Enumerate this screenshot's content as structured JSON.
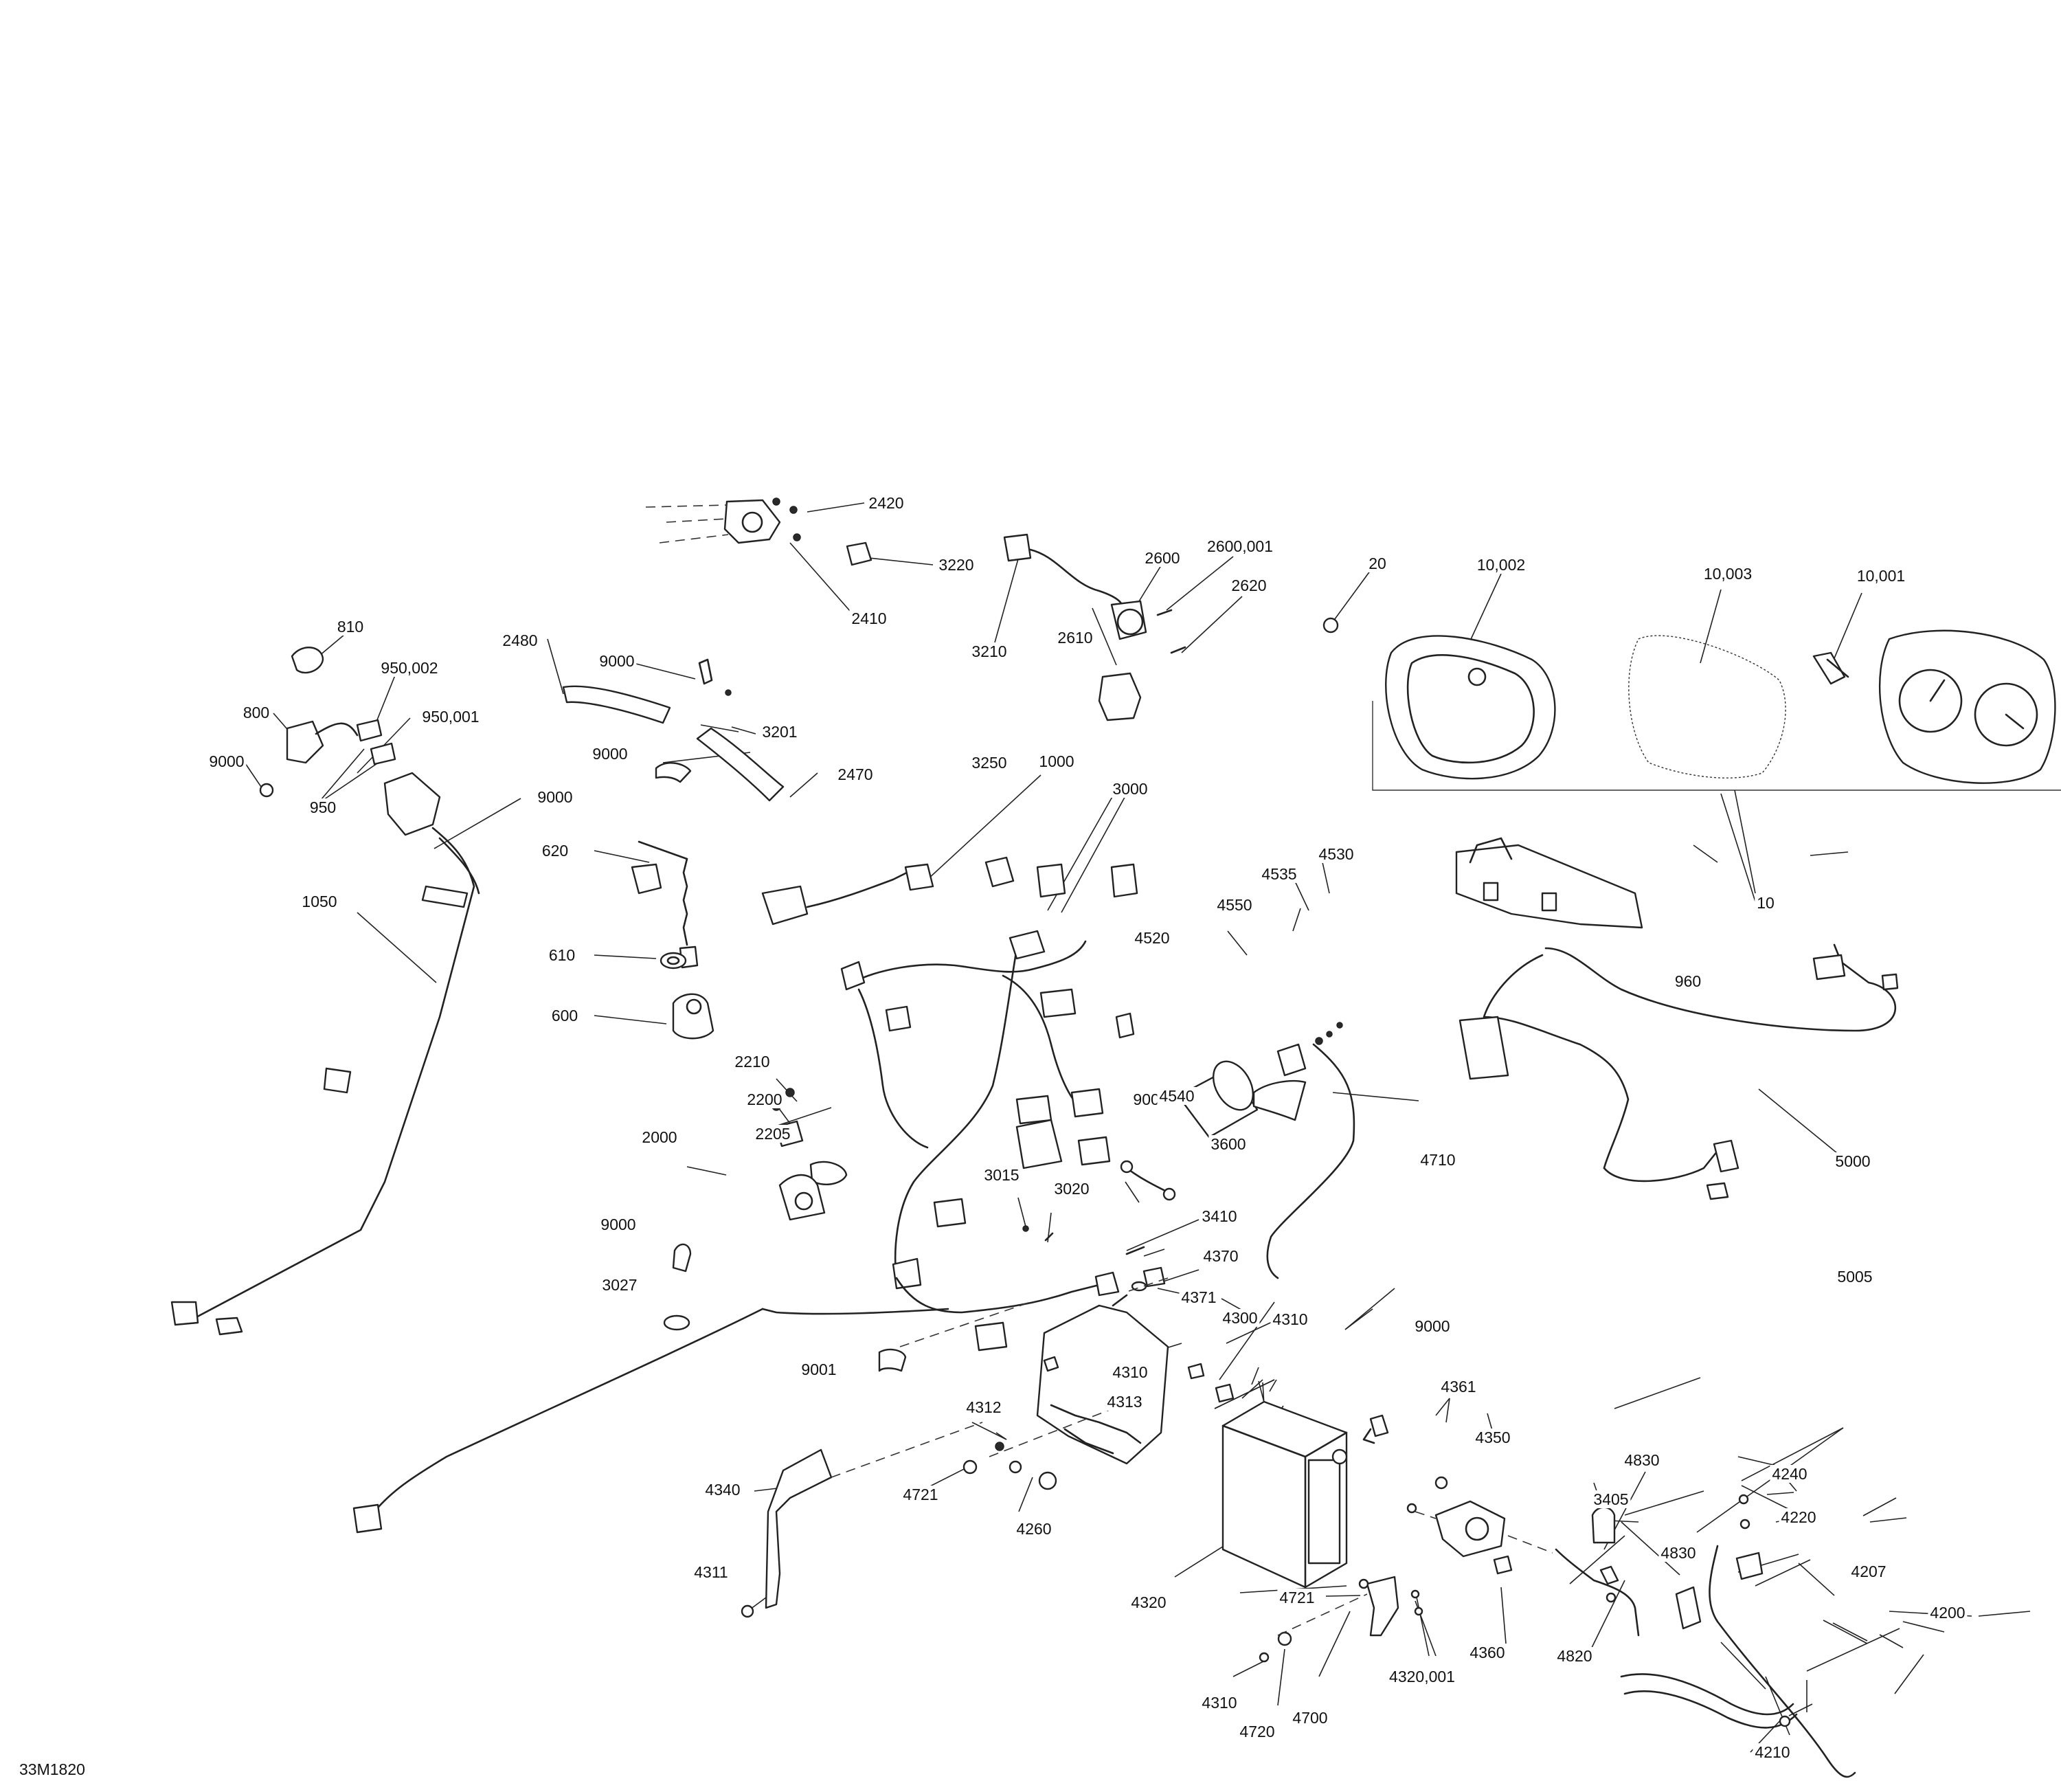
{
  "drawing_id": "33M1820",
  "callouts": [
    {
      "id": "c2420",
      "label": "2420"
    },
    {
      "id": "c2410",
      "label": "2410"
    },
    {
      "id": "c3220",
      "label": "3220"
    },
    {
      "id": "c2600",
      "label": "2600"
    },
    {
      "id": "c2600001",
      "label": "2600,001"
    },
    {
      "id": "c2620",
      "label": "2620"
    },
    {
      "id": "c3210",
      "label": "3210"
    },
    {
      "id": "c2610",
      "label": "2610"
    },
    {
      "id": "c20",
      "label": "20"
    },
    {
      "id": "c10002",
      "label": "10,002"
    },
    {
      "id": "c10003",
      "label": "10,003"
    },
    {
      "id": "c10001",
      "label": "10,001"
    },
    {
      "id": "c10",
      "label": "10"
    },
    {
      "id": "c810",
      "label": "810"
    },
    {
      "id": "c950002",
      "label": "950,002"
    },
    {
      "id": "c950001",
      "label": "950,001"
    },
    {
      "id": "c800",
      "label": "800"
    },
    {
      "id": "c9000a",
      "label": "9000"
    },
    {
      "id": "c950",
      "label": "950"
    },
    {
      "id": "c9000b",
      "label": "9000"
    },
    {
      "id": "c2480",
      "label": "2480"
    },
    {
      "id": "c9000c",
      "label": "9000"
    },
    {
      "id": "c3201",
      "label": "3201"
    },
    {
      "id": "c9000d",
      "label": "9000"
    },
    {
      "id": "c2470",
      "label": "2470"
    },
    {
      "id": "c1050",
      "label": "1050"
    },
    {
      "id": "c620",
      "label": "620"
    },
    {
      "id": "c610",
      "label": "610"
    },
    {
      "id": "c600",
      "label": "600"
    },
    {
      "id": "c3250",
      "label": "3250"
    },
    {
      "id": "c1000",
      "label": "1000"
    },
    {
      "id": "c3000",
      "label": "3000"
    },
    {
      "id": "c4530",
      "label": "4530"
    },
    {
      "id": "c4535",
      "label": "4535"
    },
    {
      "id": "c4550",
      "label": "4550"
    },
    {
      "id": "c4520",
      "label": "4520"
    },
    {
      "id": "c960",
      "label": "960"
    },
    {
      "id": "c2210",
      "label": "2210"
    },
    {
      "id": "c2200",
      "label": "2200"
    },
    {
      "id": "c2205",
      "label": "2205"
    },
    {
      "id": "c9000e",
      "label": "9000"
    },
    {
      "id": "c4540",
      "label": "4540"
    },
    {
      "id": "c4710",
      "label": "4710"
    },
    {
      "id": "c5000",
      "label": "5000"
    },
    {
      "id": "c2000",
      "label": "2000"
    },
    {
      "id": "c3600",
      "label": "3600"
    },
    {
      "id": "c3015",
      "label": "3015"
    },
    {
      "id": "c3020",
      "label": "3020"
    },
    {
      "id": "c3410",
      "label": "3410"
    },
    {
      "id": "c5005",
      "label": "5005"
    },
    {
      "id": "c9000f",
      "label": "9000"
    },
    {
      "id": "c4370",
      "label": "4370"
    },
    {
      "id": "c4371",
      "label": "4371"
    },
    {
      "id": "c3027",
      "label": "3027"
    },
    {
      "id": "c4300",
      "label": "4300"
    },
    {
      "id": "c4310a",
      "label": "4310"
    },
    {
      "id": "c9000g",
      "label": "9000"
    },
    {
      "id": "c9001",
      "label": "9001"
    },
    {
      "id": "c4310b",
      "label": "4310"
    },
    {
      "id": "c4313",
      "label": "4313"
    },
    {
      "id": "c4361",
      "label": "4361"
    },
    {
      "id": "c4312",
      "label": "4312"
    },
    {
      "id": "c4350",
      "label": "4350"
    },
    {
      "id": "c4340",
      "label": "4340"
    },
    {
      "id": "c4830a",
      "label": "4830"
    },
    {
      "id": "c4240",
      "label": "4240"
    },
    {
      "id": "c3405",
      "label": "3405"
    },
    {
      "id": "c4721a",
      "label": "4721"
    },
    {
      "id": "c4260",
      "label": "4260"
    },
    {
      "id": "c4220",
      "label": "4220"
    },
    {
      "id": "c4830b",
      "label": "4830"
    },
    {
      "id": "c4207",
      "label": "4207"
    },
    {
      "id": "c4311",
      "label": "4311"
    },
    {
      "id": "c4320",
      "label": "4320"
    },
    {
      "id": "c4721b",
      "label": "4721"
    },
    {
      "id": "c4200",
      "label": "4200"
    },
    {
      "id": "c4360",
      "label": "4360"
    },
    {
      "id": "c4820",
      "label": "4820"
    },
    {
      "id": "c4320001",
      "label": "4320,001"
    },
    {
      "id": "c4310c",
      "label": "4310"
    },
    {
      "id": "c4700",
      "label": "4700"
    },
    {
      "id": "c4720",
      "label": "4720"
    },
    {
      "id": "c4210",
      "label": "4210"
    }
  ]
}
